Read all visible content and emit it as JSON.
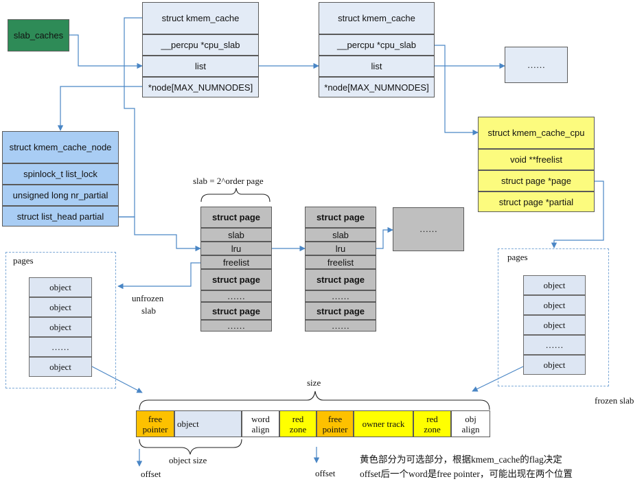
{
  "slab_caches": "slab_caches",
  "kmem_cache_1": {
    "title": "struct kmem_cache",
    "cpu_slab": "__percpu *cpu_slab",
    "list": "list",
    "node": "*node[MAX_NUMNODES]"
  },
  "kmem_cache_2": {
    "title": "struct kmem_cache",
    "cpu_slab": "__percpu *cpu_slab",
    "list": "list",
    "node": "*node[MAX_NUMNODES]"
  },
  "more_caches": "……",
  "kmem_cache_cpu": {
    "title": "struct kmem_cache_cpu",
    "freelist": "void **freelist",
    "page": "struct page *page",
    "partial": "struct page *partial"
  },
  "kmem_cache_node": {
    "title": "struct kmem_cache_node",
    "list_lock": "spinlock_t list_lock",
    "nr_partial": "unsigned long nr_partial",
    "partial": "struct list_head partial"
  },
  "slab_order_label": "slab = 2^order page",
  "page_column_1": {
    "rows": [
      "struct page",
      "slab",
      "lru",
      "freelist",
      "struct page",
      "……",
      "struct page",
      "……"
    ]
  },
  "page_column_2": {
    "rows": [
      "struct page",
      "slab",
      "lru",
      "freelist",
      "struct page",
      "……",
      "struct page",
      "……"
    ]
  },
  "more_pages": "……",
  "unfrozen_label": [
    "unfrozen",
    "slab"
  ],
  "frozen_label": "frozen slab",
  "left_pages": {
    "title": "pages",
    "objects": [
      "object",
      "object",
      "object",
      "……",
      "object"
    ]
  },
  "right_pages": {
    "title": "pages",
    "objects": [
      "object",
      "object",
      "object",
      "……",
      "object"
    ]
  },
  "size_label": "size",
  "object_layout": [
    {
      "text": "free\npointer",
      "color": "orange"
    },
    {
      "text": "object",
      "color": "lightblue"
    },
    {
      "text": "word\nalign",
      "color": "white"
    },
    {
      "text": "red\nzone",
      "color": "yellow"
    },
    {
      "text": "free\npointer",
      "color": "orange"
    },
    {
      "text": "owner track",
      "color": "yellow"
    },
    {
      "text": "red\nzone",
      "color": "yellow"
    },
    {
      "text": "obj\nalign",
      "color": "white"
    }
  ],
  "object_size_label": "object size",
  "offset_label_1": "offset",
  "offset_label_2": "offset",
  "note_lines": [
    "黄色部分为可选部分，根据kmem_cache的flag决定",
    "offset后一个word是free pointer，可能出现在两个位置"
  ],
  "colors": {
    "slab_caches": "#2e8b57",
    "kmem_cache": "#e3ebf6",
    "kmem_cache_node": "#a9cdf4",
    "kmem_cache_cpu": "#fcfb7e",
    "page": "#bfbfbf",
    "orange": "#fdc100",
    "yellow": "#ffff00",
    "connector": "#4a86c5"
  }
}
